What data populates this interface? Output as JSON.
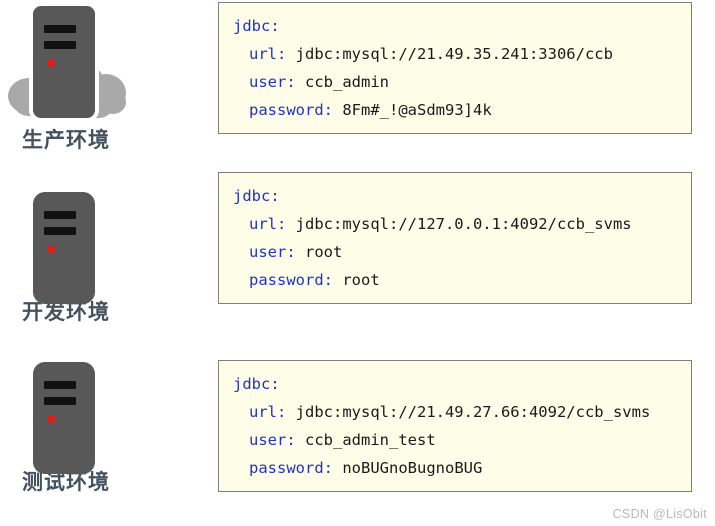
{
  "environments": [
    {
      "id": "production",
      "label": "生产环境",
      "icon": "server-cloud-icon",
      "has_cloud": true,
      "led_color": "#e31b12"
    },
    {
      "id": "development",
      "label": "开发环境",
      "icon": "server-icon",
      "has_cloud": false,
      "led_color": "#e31b12"
    },
    {
      "id": "test",
      "label": "测试环境",
      "icon": "server-icon",
      "has_cloud": false,
      "led_color": "#e31b12"
    }
  ],
  "configs": [
    {
      "root_key": "jdbc:",
      "url_key": "url:",
      "url_value": "jdbc:mysql://21.49.35.241:3306/ccb",
      "user_key": "user:",
      "user_value": "ccb_admin",
      "password_key": "password:",
      "password_value": "8Fm#_!@aSdm93]4k"
    },
    {
      "root_key": "jdbc:",
      "url_key": "url:",
      "url_value": "jdbc:mysql://127.0.0.1:4092/ccb_svms",
      "user_key": "user:",
      "user_value": "root",
      "password_key": "password:",
      "password_value": "root"
    },
    {
      "root_key": "jdbc:",
      "url_key": "url:",
      "url_value": "jdbc:mysql://21.49.27.66:4092/ccb_svms",
      "user_key": "user:",
      "user_value": "ccb_admin_test",
      "password_key": "password:",
      "password_value": "noBUGnoBugnoBUG"
    }
  ],
  "watermark": "CSDN @LisObit",
  "colors": {
    "code_background": "#fdfde8",
    "code_border": "#808077",
    "key_text": "#2033c7",
    "value_text": "#1a1a1a",
    "server_body": "#585858",
    "cloud": "#a9a9a9",
    "label_text": "#44525e",
    "watermark_text": "#b9b9b9"
  }
}
